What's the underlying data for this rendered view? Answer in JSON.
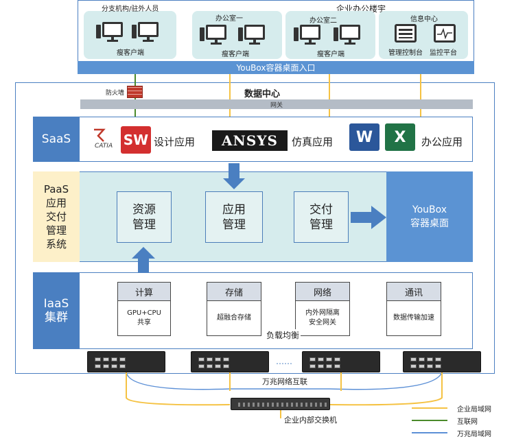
{
  "top": {
    "branch_label": "分支机构/驻外人员",
    "building_label": "企业办公楼宇",
    "office1_label": "办公室一",
    "office2_label": "办公室二",
    "infocenter_label": "信息中心",
    "thin_client": "瘦客户端",
    "mgmt_console": "管理控制台",
    "monitor_platform": "监控平台",
    "entry_bar": "YouBox容器桌面入口"
  },
  "dc": {
    "firewall": "防火墙",
    "title": "数据中心",
    "gateway": "网关"
  },
  "saas": {
    "label": "SaaS",
    "catia": "CATIA",
    "sw": "SW",
    "design_app": "设计应用",
    "ansys": "ANSYS",
    "sim_app": "仿真应用",
    "word": "W",
    "excel": "X",
    "office_app": "办公应用"
  },
  "paas": {
    "label": "PaaS\n应用\n交付\n管理\n系统",
    "resource_mgmt": "资源\n管理",
    "app_mgmt": "应用\n管理",
    "delivery_mgmt": "交付\n管理",
    "youbox": "YouBox\n容器桌面"
  },
  "iaas": {
    "label": "IaaS\n集群",
    "compute_h": "计算",
    "compute_b": "GPU+CPU\n共享",
    "storage_h": "存储",
    "storage_b": "超融合存储",
    "network_h": "网络",
    "network_b": "内外网隔离\n安全网关",
    "comm_h": "通讯",
    "comm_b": "数据传输加速",
    "load_balance": "负载均衡"
  },
  "bottom": {
    "dots": "……",
    "interconnect": "万兆网络互联",
    "switch": "企业内部交换机"
  },
  "legend": [
    {
      "label": "企业局域网",
      "color": "#f5c242"
    },
    {
      "label": "互联网",
      "color": "#4a8a2a"
    },
    {
      "label": "万兆局域网",
      "color": "#5b8fd6"
    }
  ],
  "colors": {
    "blue_dark": "#4a7fc1",
    "blue_bar": "#5b93d3",
    "teal_light": "#d6eced",
    "paas_yellow": "#fdf0c9",
    "gray_bar": "#b4bcc6"
  }
}
